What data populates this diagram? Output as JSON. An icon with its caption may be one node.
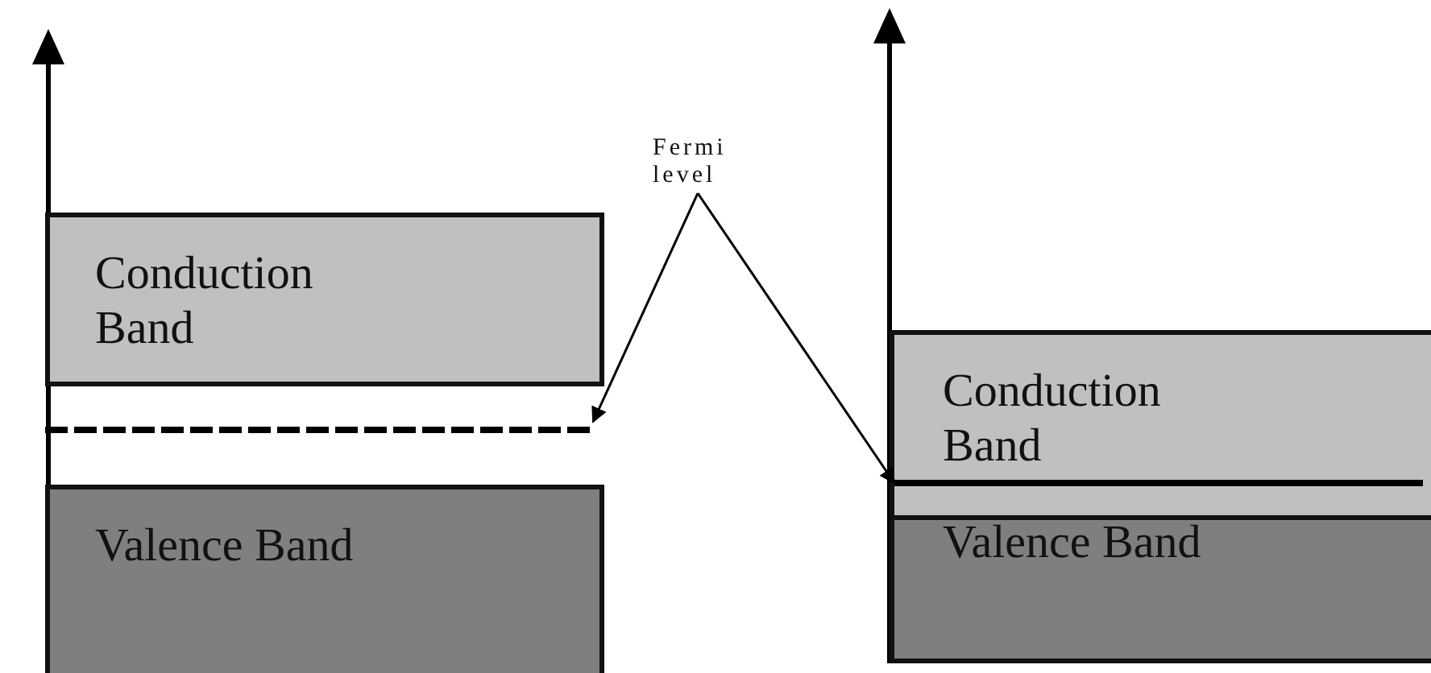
{
  "diagram": {
    "nodes": [
      {
        "text": [
          "Fermi level"
        ]
      },
      {
        "text": [
          "Conduction Band"
        ]
      },
      {
        "text": [],
        "shape": "line"
      },
      {
        "text": [
          "Valence Band"
        ]
      },
      {
        "text": [
          "Conduction Band"
        ]
      },
      {
        "text": [],
        "shape": "line",
        "in": 4
      },
      {
        "text": [
          "Valence Band"
        ]
      }
    ],
    "edges": [
      {
        "from": 0,
        "to": 2,
        "arrow": "to"
      },
      {
        "from": 0,
        "to": 5,
        "arrow": "to"
      }
    ]
  }
}
